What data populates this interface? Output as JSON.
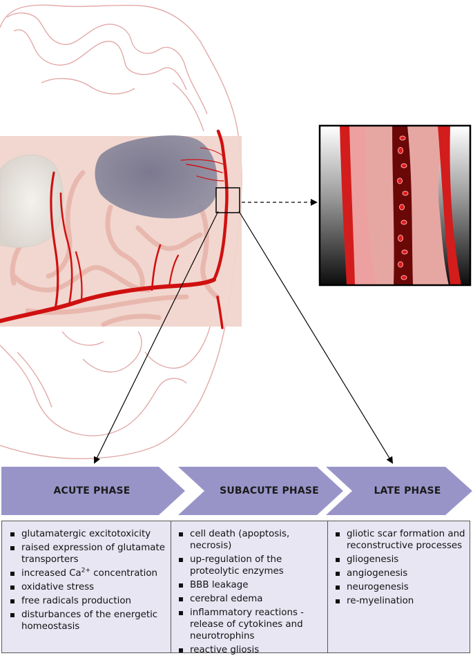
{
  "phases": [
    {
      "title": "ACUTE PHASE",
      "items": [
        {
          "text": "glutamatergic excitotoxicity"
        },
        {
          "text": "raised expression of glutamate transporters"
        },
        {
          "pre": "increased Ca",
          "sup": "2+",
          "post": " concentration"
        },
        {
          "text": "oxidative stress"
        },
        {
          "text": "free radicals production"
        },
        {
          "text": "disturbances of the energetic homeostasis"
        }
      ]
    },
    {
      "title": "SUBACUTE PHASE",
      "items": [
        {
          "text": "cell death (apoptosis, necrosis)"
        },
        {
          "text": "up-regulation of the proteolytic enzymes"
        },
        {
          "text": "BBB leakage"
        },
        {
          "text": "cerebral edema"
        },
        {
          "text": "inflammatory reactions - release of cytokines and neurotrophins"
        },
        {
          "text": "reactive gliosis"
        }
      ]
    },
    {
      "title": "LATE PHASE",
      "items": [
        {
          "text": "gliotic scar formation and reconstructive processes"
        },
        {
          "text": "gliogenesis"
        },
        {
          "text": "angiogenesis"
        },
        {
          "text": "neurogenesis"
        },
        {
          "text": "re-myelination"
        }
      ]
    }
  ],
  "colors": {
    "chevron": "#9994c8",
    "box_bg": "#e8e6f3",
    "vessel": "#d01010",
    "brain_outline": "#e3a9a9",
    "slice_fill": "#f0d5cc",
    "lesion": "#7d7d94"
  }
}
